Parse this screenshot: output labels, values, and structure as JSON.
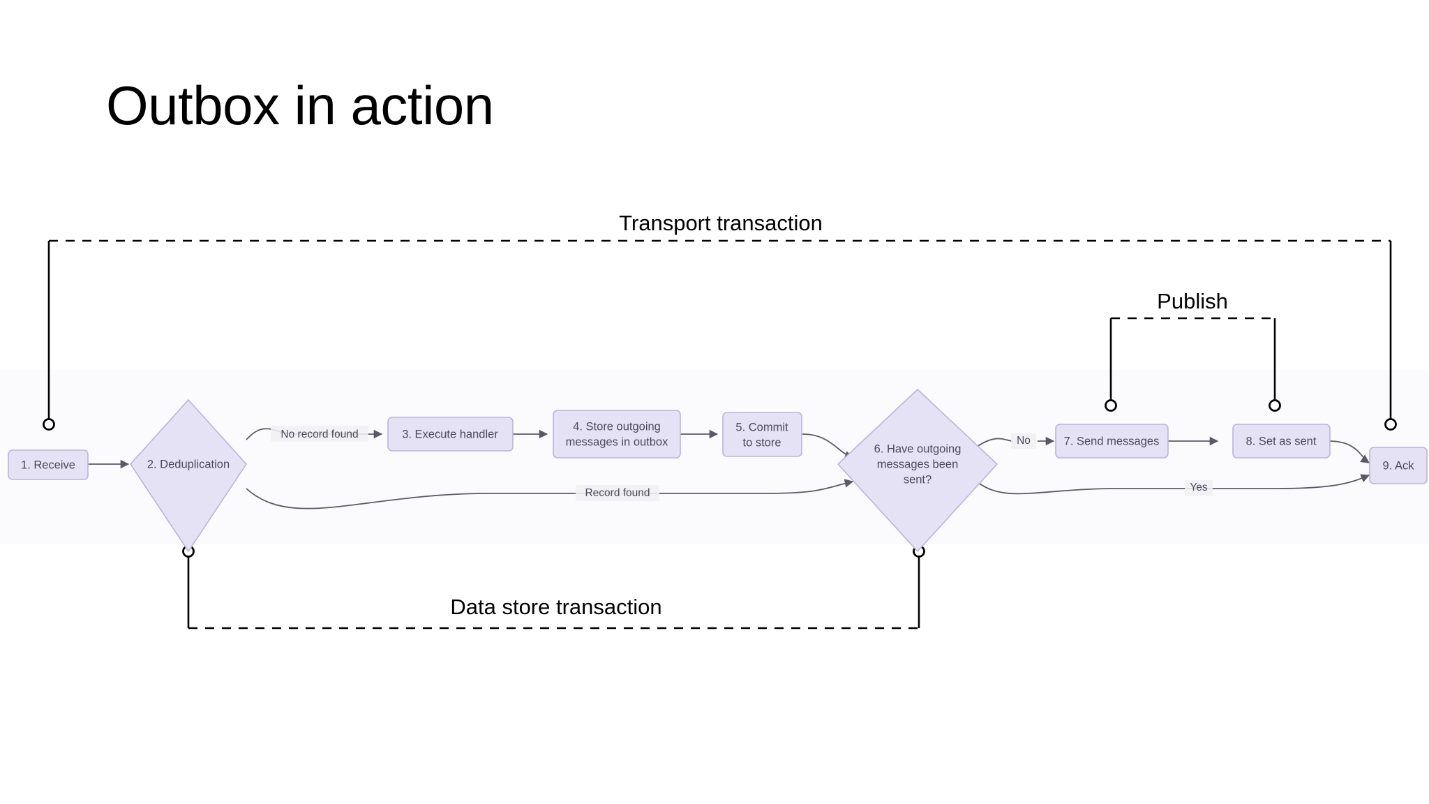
{
  "slide": {
    "title": "Outbox in action",
    "background_color": "#ffffff",
    "band_color": "#fbfbfe"
  },
  "theme": {
    "node_fill": "#e4e2f4",
    "node_stroke": "#b9b6d6",
    "node_text": "#4a4a5a",
    "edge_stroke": "#5a5a66",
    "bracket_stroke": "#000000",
    "title_color": "#000000"
  },
  "chart_data": {
    "type": "diagram",
    "title": "Outbox in action",
    "nodes": [
      {
        "id": "n1",
        "shape": "rect",
        "label": "1. Receive"
      },
      {
        "id": "n2",
        "shape": "diamond",
        "label": "2. Deduplication"
      },
      {
        "id": "n3",
        "shape": "rect",
        "label": "3. Execute handler"
      },
      {
        "id": "n4",
        "shape": "rect",
        "label": "4. Store outgoing messages in outbox"
      },
      {
        "id": "n5",
        "shape": "rect",
        "label": "5. Commit to store"
      },
      {
        "id": "n6",
        "shape": "diamond",
        "label": "6. Have outgoing messages been sent?"
      },
      {
        "id": "n7",
        "shape": "rect",
        "label": "7. Send messages"
      },
      {
        "id": "n8",
        "shape": "rect",
        "label": "8. Set as sent"
      },
      {
        "id": "n9",
        "shape": "rect",
        "label": "9. Ack"
      }
    ],
    "edges": [
      {
        "from": "n1",
        "to": "n2",
        "label": ""
      },
      {
        "from": "n2",
        "to": "n3",
        "label": "No record found"
      },
      {
        "from": "n3",
        "to": "n4",
        "label": ""
      },
      {
        "from": "n4",
        "to": "n5",
        "label": ""
      },
      {
        "from": "n5",
        "to": "n6",
        "label": ""
      },
      {
        "from": "n2",
        "to": "n6",
        "label": "Record found"
      },
      {
        "from": "n6",
        "to": "n7",
        "label": "No"
      },
      {
        "from": "n7",
        "to": "n8",
        "label": ""
      },
      {
        "from": "n8",
        "to": "n9",
        "label": ""
      },
      {
        "from": "n6",
        "to": "n9",
        "label": "Yes"
      }
    ],
    "brackets": [
      {
        "id": "transport",
        "label": "Transport transaction",
        "side": "top",
        "spans": [
          "n1",
          "n9"
        ]
      },
      {
        "id": "publish",
        "label": "Publish",
        "side": "top",
        "spans": [
          "n7",
          "n8"
        ]
      },
      {
        "id": "datastore",
        "label": "Data store transaction",
        "side": "bottom",
        "spans": [
          "n2",
          "n6"
        ]
      }
    ]
  },
  "nodes": {
    "n1": {
      "label": "1. Receive"
    },
    "n2": {
      "label": "2. Deduplication"
    },
    "n3": {
      "label": "3. Execute handler"
    },
    "n4": {
      "label_line1": "4. Store outgoing",
      "label_line2": "messages in outbox"
    },
    "n5": {
      "label_line1": "5. Commit",
      "label_line2": "to store"
    },
    "n6": {
      "label_line1": "6. Have outgoing",
      "label_line2": "messages been",
      "label_line3": "sent?"
    },
    "n7": {
      "label": "7. Send messages"
    },
    "n8": {
      "label": "8. Set as sent"
    },
    "n9": {
      "label": "9. Ack"
    }
  },
  "edge_labels": {
    "no_record_found": "No record found",
    "record_found": "Record found",
    "no": "No",
    "yes": "Yes"
  },
  "brackets": {
    "transport": {
      "label": "Transport transaction"
    },
    "publish": {
      "label": "Publish"
    },
    "datastore": {
      "label": "Data store transaction"
    }
  }
}
